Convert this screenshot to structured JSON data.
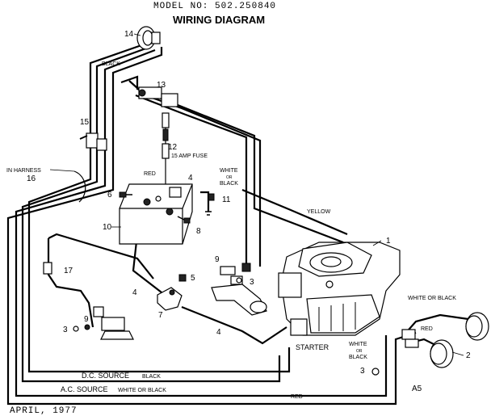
{
  "header": {
    "model_no": "MODEL NO: 502.250840",
    "title": "WIRING DIAGRAM"
  },
  "footer": {
    "date": "APRIL, 1977",
    "page_code": "A5"
  },
  "wire_labels": {
    "black_top": "BLACK",
    "yellow": "YELLOW",
    "red_battery": "RED",
    "white_or_black_1": "WHITE",
    "white_or_black_1b": "OR",
    "white_or_black_1c": "BLACK",
    "white_or_black_2": "WHITE OR BLACK",
    "red_right": "RED",
    "white_or_black_3": "WHITE",
    "white_or_black_3b": "OR",
    "white_or_black_3c": "BLACK",
    "dc_source": "D.C. SOURCE",
    "dc_source_color": "BLACK",
    "ac_source": "A.C. SOURCE",
    "ac_source_color": "WHITE OR BLACK",
    "red_bottom": "RED",
    "fuse": "15 AMP FUSE",
    "in_harness": "IN HARNESS",
    "starter": "STARTER"
  },
  "callouts": [
    "1",
    "2",
    "3",
    "3",
    "3",
    "4",
    "4",
    "4",
    "5",
    "6",
    "7",
    "8",
    "9",
    "9",
    "10",
    "11",
    "12",
    "13",
    "14",
    "15",
    "16",
    "17"
  ]
}
